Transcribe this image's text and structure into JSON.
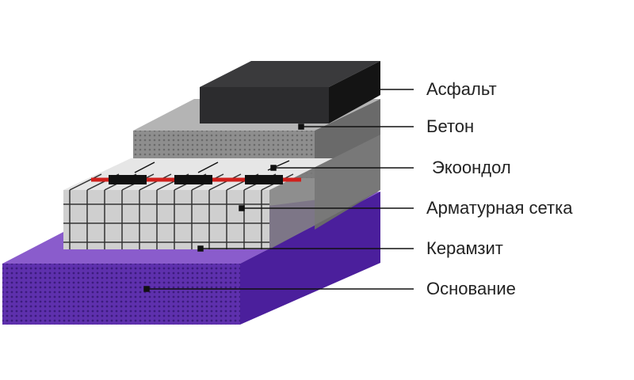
{
  "labels": [
    {
      "id": "asphalt",
      "text": "Асфальт"
    },
    {
      "id": "concrete",
      "text": "Бетон"
    },
    {
      "id": "ecoondol",
      "text": "Экоондол"
    },
    {
      "id": "rebar-mesh",
      "text": "Арматурная сетка"
    },
    {
      "id": "expanded-clay",
      "text": "Керамзит"
    },
    {
      "id": "base",
      "text": "Основание"
    }
  ],
  "colors": {
    "asphalt": "#2c2c2e",
    "concrete": "#8a8a8a",
    "mesh": "#c8c8c8",
    "base": "#5b2fa8",
    "cable": "#d0201c"
  }
}
